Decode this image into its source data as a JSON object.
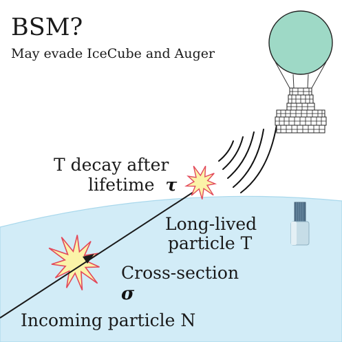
{
  "title": "BSM?",
  "subtitle": "May evade IceCube and Auger",
  "labels": {
    "decay_line1": "T decay after",
    "decay_line2": "lifetime",
    "decay_symbol": "τ",
    "long_lived_line1": "Long-lived",
    "long_lived_line2": "particle T",
    "cross_section": "Cross-section",
    "cross_symbol": "σ",
    "incoming": "Incoming particle N"
  },
  "colors": {
    "ground": "#d2ecf7",
    "ground_edge": "#a9d8ec",
    "star_fill": "#fbf3a8",
    "star_stroke": "#e2485a",
    "balloon": "#9ed9c6",
    "track": "#1a1a1a"
  },
  "icons": {
    "balloon": "balloon-payload-icon",
    "detector": "ground-detector-icon",
    "decay_burst": "burst-star-icon",
    "interaction_burst": "burst-star-icon",
    "radio_waves": "radio-waves-icon"
  }
}
